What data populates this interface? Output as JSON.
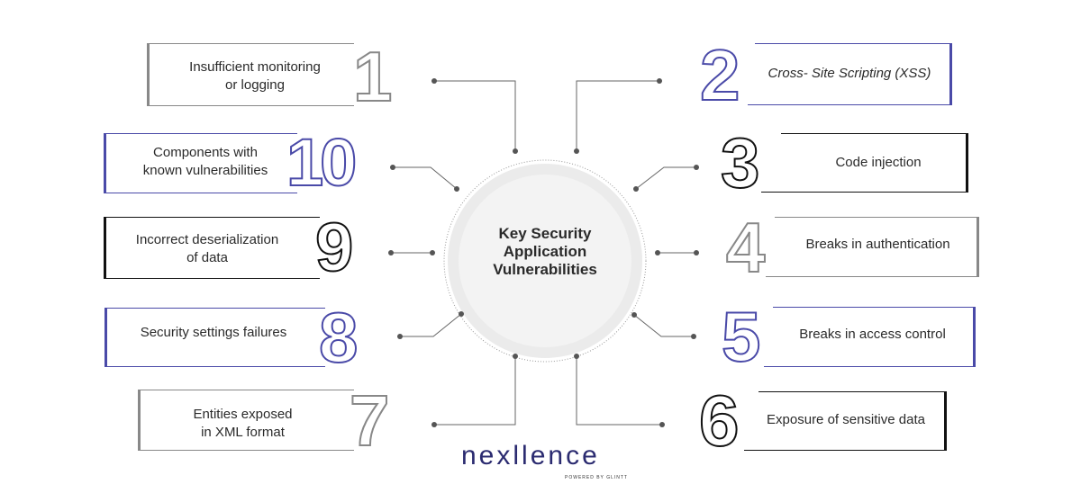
{
  "center": {
    "line1": "Key Security",
    "line2": "Application",
    "line3": "Vulnerabilities"
  },
  "items": [
    {
      "number": "1",
      "line1": "Insufficient monitoring",
      "line2": "or logging",
      "accent": "#888888"
    },
    {
      "number": "2",
      "line1": "Cross- Site Scripting (XSS)",
      "line2": "",
      "accent": "#4a4aa8"
    },
    {
      "number": "3",
      "line1": "Code injection",
      "line2": "",
      "accent": "#111111"
    },
    {
      "number": "4",
      "line1": "Breaks in authentication",
      "line2": "",
      "accent": "#888888"
    },
    {
      "number": "5",
      "line1": "Breaks in access control",
      "line2": "",
      "accent": "#4a4aa8"
    },
    {
      "number": "6",
      "line1": "Exposure of sensitive data",
      "line2": "",
      "accent": "#111111"
    },
    {
      "number": "7",
      "line1": "Entities exposed",
      "line2": "in XML format",
      "accent": "#888888"
    },
    {
      "number": "8",
      "line1": "Security settings failures",
      "line2": "",
      "accent": "#4a4aa8"
    },
    {
      "number": "9",
      "line1": "Incorrect deserialization",
      "line2": "of data",
      "accent": "#111111"
    },
    {
      "number": "10",
      "line1": "Components with",
      "line2": "known vulnerabilities",
      "accent": "#4a4aa8"
    }
  ],
  "logo": {
    "word": "nexllence",
    "tagline": "POWERED BY GLINTT"
  }
}
